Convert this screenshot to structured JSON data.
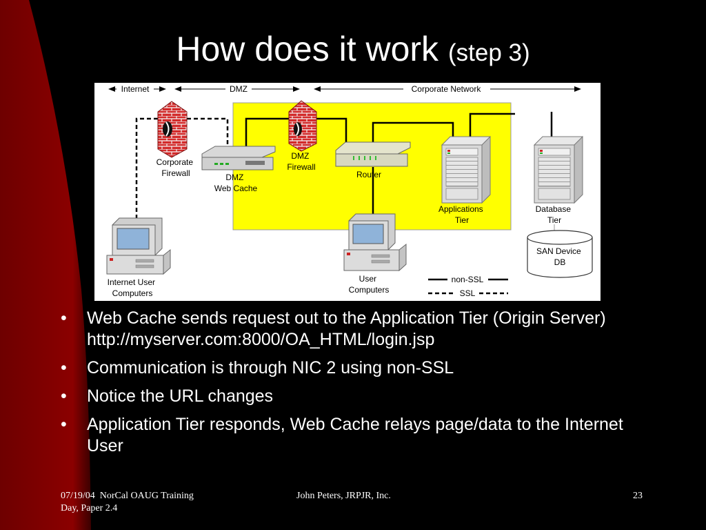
{
  "slide": {
    "title": "How does it work",
    "title_suffix": "(step 3)"
  },
  "diagram": {
    "zones": {
      "internet": "Internet",
      "dmz": "DMZ",
      "corporate": "Corporate Network"
    },
    "nodes": {
      "corp_firewall": [
        "Corporate",
        "Firewall"
      ],
      "dmz_firewall": [
        "DMZ",
        "Firewall"
      ],
      "web_cache": [
        "DMZ",
        "Web Cache"
      ],
      "router": "Router",
      "app_tier": [
        "Applications",
        "Tier"
      ],
      "db_tier": [
        "Database",
        "Tier"
      ],
      "san": [
        "SAN Device",
        "DB"
      ],
      "internet_users": [
        "Internet User",
        "Computers"
      ],
      "user_computers": [
        "User",
        "Computers"
      ]
    },
    "legend": {
      "non_ssl": "non-SSL",
      "ssl": "SSL"
    },
    "colors": {
      "dmz_zone": "#ffff00",
      "firewall": "#cc2222",
      "background_red": "#8b0000"
    }
  },
  "bullets": [
    {
      "line1": "Web Cache sends request out to the Application Tier (Origin Server)",
      "line2": "http://myserver.com:8000/OA_HTML/login.jsp"
    },
    {
      "line1": "Communication is through NIC 2 using non-SSL",
      "line2": ""
    },
    {
      "line1": "Notice the URL changes",
      "line2": ""
    },
    {
      "line1": "Application Tier responds, Web Cache relays page/data to the Internet User",
      "line2": ""
    }
  ],
  "bullet_glyph": "•",
  "footer": {
    "date": "07/19/04",
    "event_line1": "NorCal OAUG Training",
    "event_line2": "Day, Paper 2.4",
    "author": "John Peters, JRPJR, Inc.",
    "page": "23"
  }
}
